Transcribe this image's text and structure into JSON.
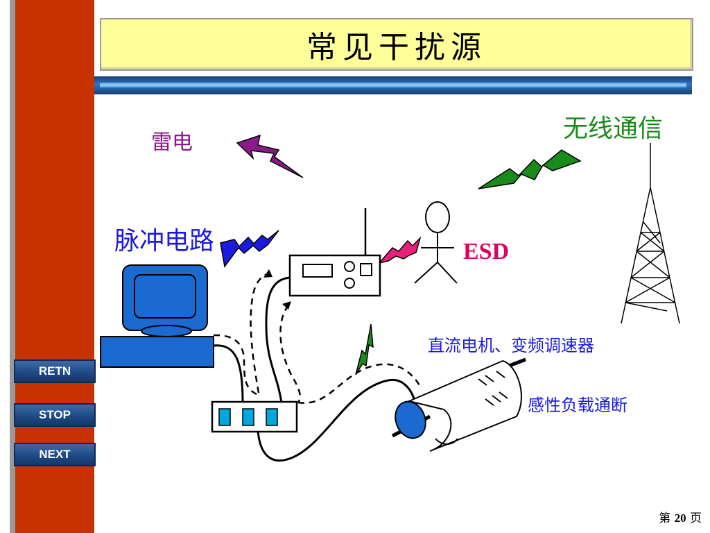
{
  "title": "常见干扰源",
  "nav": {
    "retn": "RETN",
    "stop": "STOP",
    "next": "NEXT"
  },
  "labels": {
    "lightning": "雷电",
    "wireless": "无线通信",
    "pulse_circuit": "脉冲电路",
    "esd": "ESD",
    "dc_motor": "直流电机、变频调速器",
    "inductive_load": "感性负载通断"
  },
  "page": {
    "prefix": "第",
    "number": "20",
    "suffix": "页"
  },
  "colors": {
    "left_bar": "#c83200",
    "title_bg": "#ffff99",
    "lightning": "#8b1a8b",
    "wireless": "#1a8a1a",
    "pulse": "#1a1ae0",
    "esd": "#e0005a",
    "blue_device": "#1a6ad0",
    "cyan_led": "#00a8e0"
  }
}
